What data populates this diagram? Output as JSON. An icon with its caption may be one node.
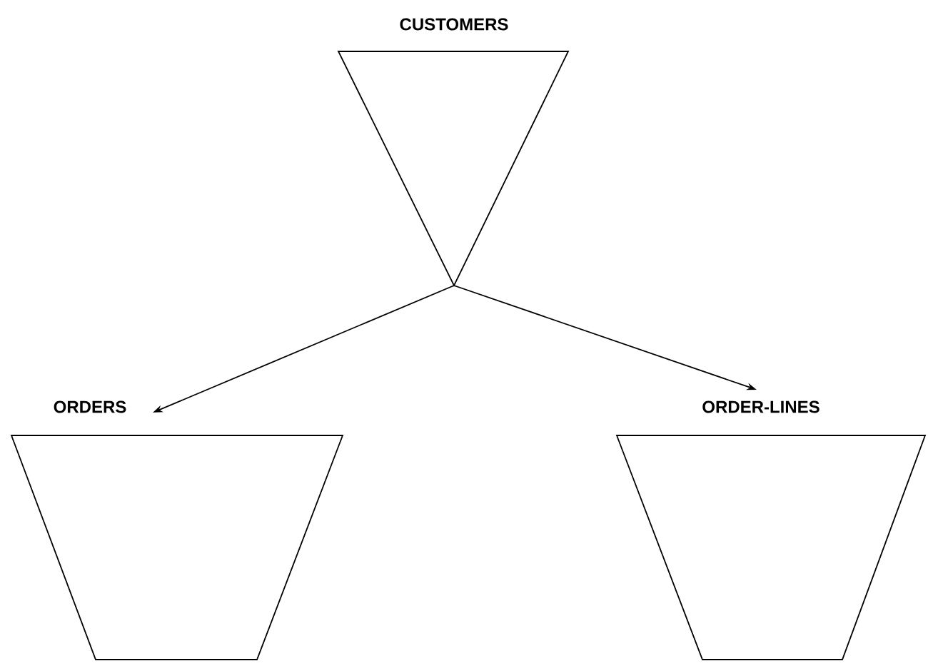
{
  "diagram": {
    "nodes": [
      {
        "text": [
          "CUSTOMERS"
        ]
      },
      {
        "text": [
          "ORDERS"
        ]
      },
      {
        "text": [
          "ORDER-LINES"
        ]
      }
    ],
    "edges": [
      {
        "from": 0,
        "to": 1,
        "arrow": "to"
      },
      {
        "from": 0,
        "to": 2,
        "arrow": "to"
      }
    ]
  }
}
